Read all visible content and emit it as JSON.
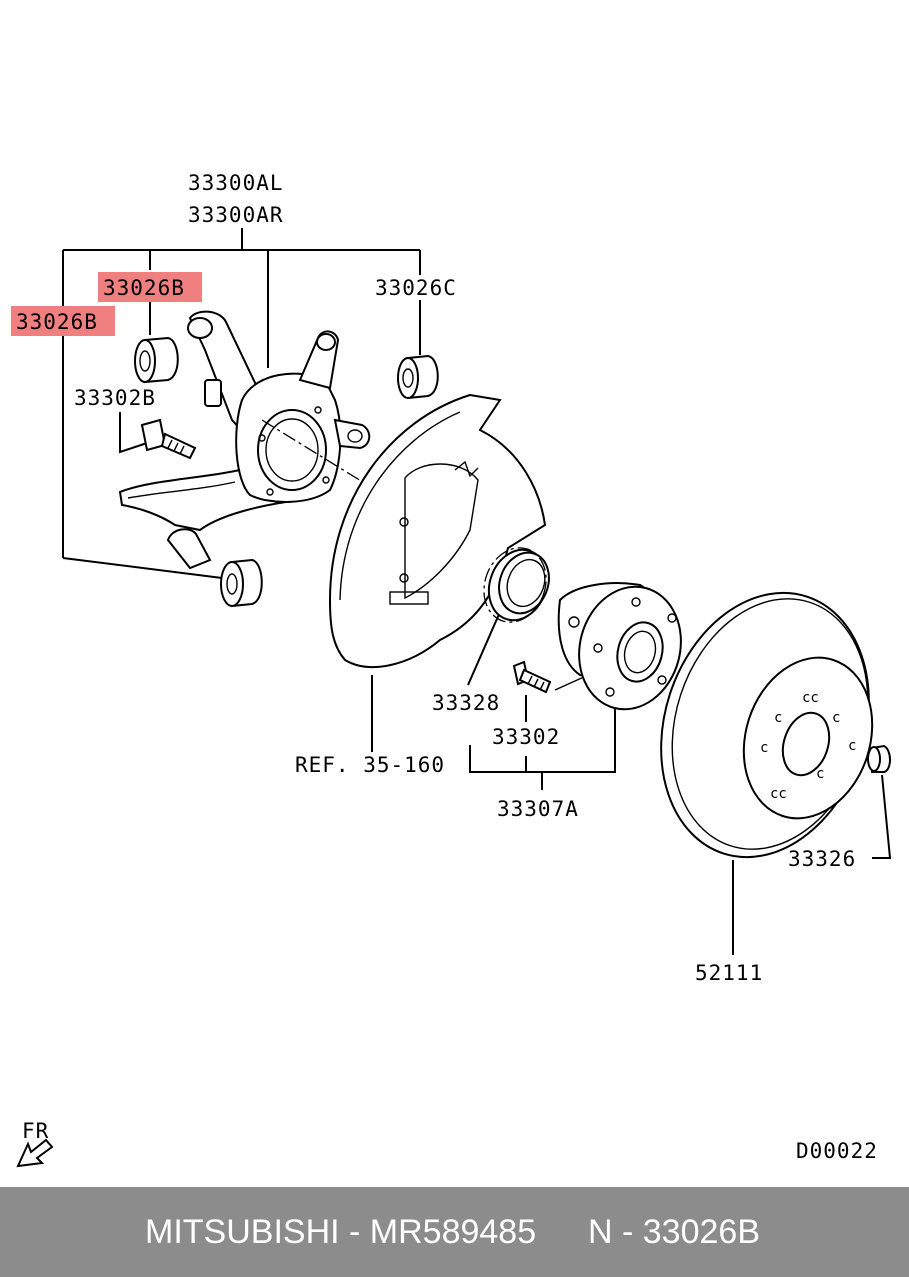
{
  "labels": {
    "knuckle_left": "33300AL",
    "knuckle_right": "33300AR",
    "bushing_b_upper": "33026B",
    "bushing_b_lower": "33026B",
    "bushing_c": "33026C",
    "bolt_b": "33302B",
    "sensor_ring": "33328",
    "hub_bolt": "33302",
    "hub_assembly": "33307A",
    "dust_shield_ref": "REF. 35-160",
    "nut": "33326",
    "brake_disc": "52111",
    "front_marker": "FR",
    "diagram_code": "D00022"
  },
  "highlight_color": "#f08080",
  "footer": {
    "brand_part": "MITSUBISHI - MR589485",
    "ref_number": "N - 33026B",
    "background": "#8c8c8c"
  }
}
